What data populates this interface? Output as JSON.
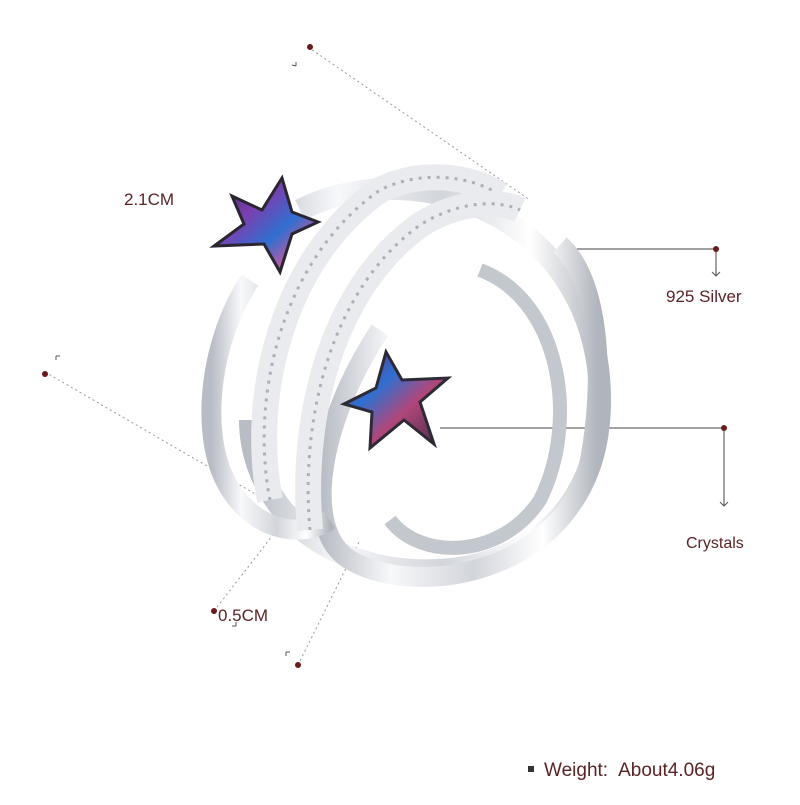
{
  "product": {
    "labels": {
      "size": "2.1CM",
      "material": "925 Silver",
      "stones": "Crystals",
      "width": "0.5CM"
    },
    "weight": {
      "label": "Weight:",
      "value": "About4.06g"
    },
    "colors": {
      "label_text": "#5b2326",
      "marker": "#6b1a1e",
      "guide_line": "#9a9a9a",
      "silver": "#e4e6ea",
      "crystal_purple": "#7b3fb0",
      "crystal_blue": "#2f6fd0"
    }
  }
}
